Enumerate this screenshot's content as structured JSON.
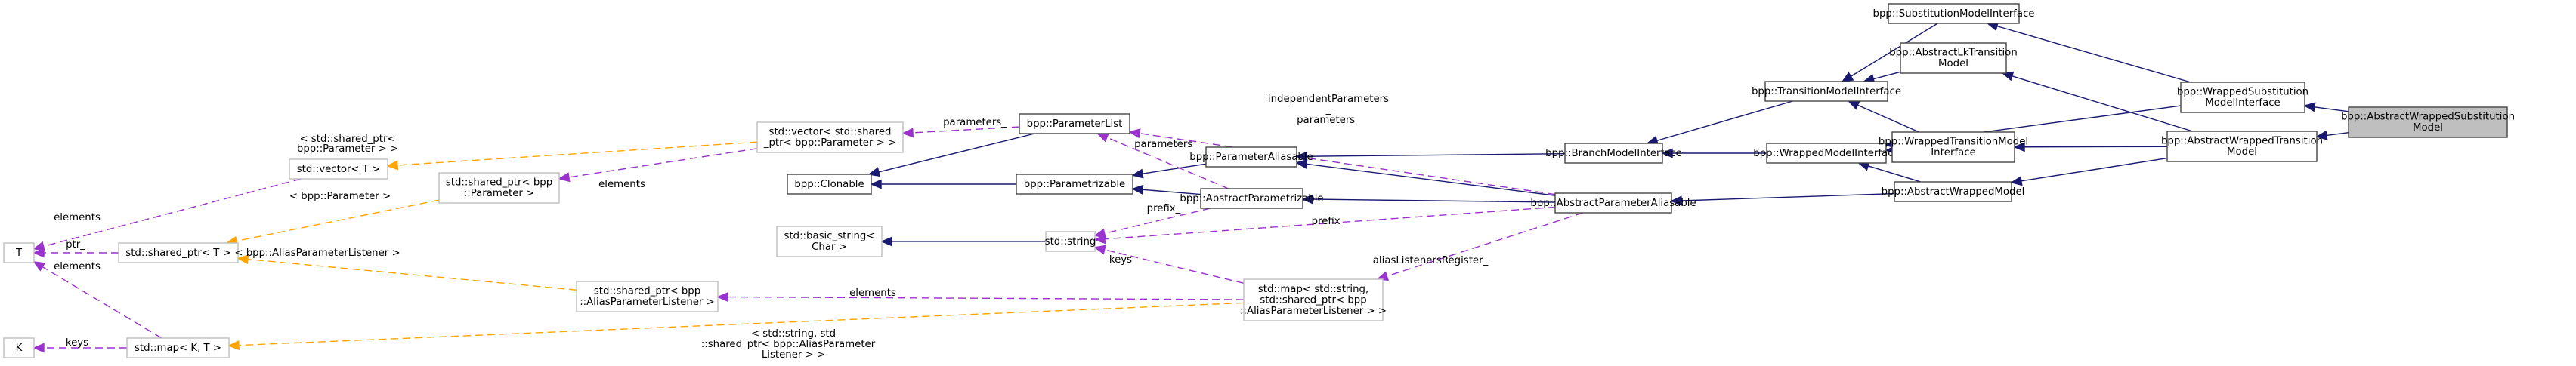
{
  "diagram": {
    "title": "Collaboration diagram for bpp::AbstractWrappedSubstitutionModel",
    "legend": {
      "inherit_color": "#191970",
      "usage_color": "#9a32cd",
      "template_color": "#ffa500",
      "focus_fill": "#bfbfbf"
    },
    "nodes": [
      {
        "id": "T",
        "lines": [
          "T"
        ],
        "style": "grey"
      },
      {
        "id": "K",
        "lines": [
          "K"
        ],
        "style": "grey"
      },
      {
        "id": "shared_ptr_T",
        "lines": [
          "std::shared_ptr< T >"
        ],
        "style": "grey"
      },
      {
        "id": "map_KT",
        "lines": [
          "std::map< K, T >"
        ],
        "style": "grey"
      },
      {
        "id": "vector_T",
        "lines": [
          "std::vector< T >"
        ],
        "style": "grey"
      },
      {
        "id": "shared_ptr_param",
        "lines": [
          "std::shared_ptr< bpp",
          "::Parameter >"
        ],
        "style": "grey"
      },
      {
        "id": "vector_shared_param",
        "lines": [
          "std::vector< std::shared",
          "_ptr< bpp::Parameter > >"
        ],
        "style": "grey"
      },
      {
        "id": "shared_ptr_alias",
        "lines": [
          "std::shared_ptr< bpp",
          "::AliasParameterListener >"
        ],
        "style": "grey"
      },
      {
        "id": "basic_string",
        "lines": [
          "std::basic_string<",
          "Char >"
        ],
        "style": "grey"
      },
      {
        "id": "string",
        "lines": [
          "std::string"
        ],
        "style": "grey"
      },
      {
        "id": "map_string_alias",
        "lines": [
          "std::map< std::string,",
          " std::shared_ptr< bpp",
          "::AliasParameterListener > >"
        ],
        "style": "grey"
      },
      {
        "id": "Clonable",
        "lines": [
          "bpp::Clonable"
        ],
        "style": "solid"
      },
      {
        "id": "ParameterList",
        "lines": [
          "bpp::ParameterList"
        ],
        "style": "solid"
      },
      {
        "id": "Parametrizable",
        "lines": [
          "bpp::Parametrizable"
        ],
        "style": "solid"
      },
      {
        "id": "ParameterAliasable",
        "lines": [
          "bpp::ParameterAliasable"
        ],
        "style": "solid"
      },
      {
        "id": "AbstractParametrizable",
        "lines": [
          "bpp::AbstractParametrizable"
        ],
        "style": "solid"
      },
      {
        "id": "AbstractParameterAliasable",
        "lines": [
          "bpp::AbstractParameterAliasable"
        ],
        "style": "solid"
      },
      {
        "id": "BranchModelInterface",
        "lines": [
          "bpp::BranchModelInterface"
        ],
        "style": "solid"
      },
      {
        "id": "TransitionModelInterface",
        "lines": [
          "bpp::TransitionModelInterface"
        ],
        "style": "solid"
      },
      {
        "id": "WrappedModelInterface",
        "lines": [
          "bpp::WrappedModelInterface"
        ],
        "style": "solid"
      },
      {
        "id": "SubstitutionModelInterface",
        "lines": [
          "bpp::SubstitutionModelInterface"
        ],
        "style": "solid"
      },
      {
        "id": "AbstractLkTransitionModel",
        "lines": [
          "bpp::AbstractLkTransition",
          "Model"
        ],
        "style": "solid"
      },
      {
        "id": "WrappedTransitionModelInterface",
        "lines": [
          "bpp::WrappedTransitionModel",
          "Interface"
        ],
        "style": "solid"
      },
      {
        "id": "AbstractWrappedModel",
        "lines": [
          "bpp::AbstractWrappedModel"
        ],
        "style": "solid"
      },
      {
        "id": "WrappedSubstitutionModelInterface",
        "lines": [
          "bpp::WrappedSubstitution",
          "ModelInterface"
        ],
        "style": "solid"
      },
      {
        "id": "AbstractWrappedTransitionModel",
        "lines": [
          "bpp::AbstractWrappedTransition",
          "Model"
        ],
        "style": "solid"
      },
      {
        "id": "AbstractWrappedSubstitutionModel",
        "lines": [
          "bpp::AbstractWrappedSubstitution",
          "Model"
        ],
        "style": "focus"
      }
    ],
    "edges": [
      {
        "from": "shared_ptr_T",
        "to": "T",
        "kind": "usage",
        "label": [
          "ptr_"
        ]
      },
      {
        "from": "map_KT",
        "to": "T",
        "kind": "usage",
        "label": [
          "elements"
        ]
      },
      {
        "from": "map_KT",
        "to": "K",
        "kind": "usage",
        "label": [
          "keys"
        ]
      },
      {
        "from": "vector_T",
        "to": "T",
        "kind": "usage",
        "label": [
          "elements"
        ]
      },
      {
        "from": "vector_shared_param",
        "to": "vector_T",
        "kind": "template",
        "label": [
          "< std::shared_ptr<",
          "bpp::Parameter > >"
        ]
      },
      {
        "from": "shared_ptr_param",
        "to": "shared_ptr_T",
        "kind": "template",
        "label": [
          "< bpp::Parameter >"
        ]
      },
      {
        "from": "shared_ptr_alias",
        "to": "shared_ptr_T",
        "kind": "template",
        "label": [
          "< bpp::AliasParameterListener >"
        ]
      },
      {
        "from": "map_string_alias",
        "to": "map_KT",
        "kind": "template",
        "label": [
          "< std::string, std",
          "::shared_ptr< bpp::AliasParameter",
          "Listener > >"
        ]
      },
      {
        "from": "vector_shared_param",
        "to": "shared_ptr_param",
        "kind": "usage",
        "label": [
          "elements"
        ]
      },
      {
        "from": "ParameterList",
        "to": "vector_shared_param",
        "kind": "usage",
        "label": [
          "parameters_"
        ]
      },
      {
        "from": "ParameterList",
        "to": "Clonable",
        "kind": "inherit",
        "label": []
      },
      {
        "from": "Parametrizable",
        "to": "Clonable",
        "kind": "inherit",
        "label": []
      },
      {
        "from": "string",
        "to": "basic_string",
        "kind": "inherit-grey",
        "label": []
      },
      {
        "from": "map_string_alias",
        "to": "shared_ptr_alias",
        "kind": "usage",
        "label": [
          "elements"
        ]
      },
      {
        "from": "map_string_alias",
        "to": "string",
        "kind": "usage",
        "label": [
          "keys"
        ]
      },
      {
        "from": "ParameterAliasable",
        "to": "Parametrizable",
        "kind": "inherit",
        "label": []
      },
      {
        "from": "AbstractParametrizable",
        "to": "Parametrizable",
        "kind": "inherit",
        "label": []
      },
      {
        "from": "AbstractParametrizable",
        "to": "ParameterList",
        "kind": "usage",
        "label": [
          "parameters_"
        ]
      },
      {
        "from": "AbstractParametrizable",
        "to": "string",
        "kind": "usage",
        "label": [
          "prefix_"
        ]
      },
      {
        "from": "AbstractParameterAliasable",
        "to": "ParameterAliasable",
        "kind": "inherit",
        "label": []
      },
      {
        "from": "AbstractParameterAliasable",
        "to": "AbstractParametrizable",
        "kind": "inherit",
        "label": []
      },
      {
        "from": "AbstractParameterAliasable",
        "to": "ParameterList",
        "kind": "usage",
        "label": [
          "independentParameters",
          "_",
          "parameters_"
        ]
      },
      {
        "from": "AbstractParameterAliasable",
        "to": "string",
        "kind": "usage",
        "label": [
          "prefix_"
        ]
      },
      {
        "from": "AbstractParameterAliasable",
        "to": "map_string_alias",
        "kind": "usage",
        "label": [
          "aliasListenersRegister_"
        ]
      },
      {
        "from": "BranchModelInterface",
        "to": "ParameterAliasable",
        "kind": "inherit",
        "label": []
      },
      {
        "from": "TransitionModelInterface",
        "to": "BranchModelInterface",
        "kind": "inherit",
        "label": []
      },
      {
        "from": "WrappedModelInterface",
        "to": "BranchModelInterface",
        "kind": "inherit",
        "label": []
      },
      {
        "from": "SubstitutionModelInterface",
        "to": "TransitionModelInterface",
        "kind": "inherit",
        "label": []
      },
      {
        "from": "AbstractLkTransitionModel",
        "to": "TransitionModelInterface",
        "kind": "inherit",
        "label": []
      },
      {
        "from": "WrappedTransitionModelInterface",
        "to": "TransitionModelInterface",
        "kind": "inherit",
        "label": []
      },
      {
        "from": "WrappedTransitionModelInterface",
        "to": "WrappedModelInterface",
        "kind": "inherit",
        "label": []
      },
      {
        "from": "AbstractWrappedModel",
        "to": "WrappedModelInterface",
        "kind": "inherit",
        "label": []
      },
      {
        "from": "AbstractWrappedModel",
        "to": "AbstractParameterAliasable",
        "kind": "inherit",
        "label": []
      },
      {
        "from": "WrappedSubstitutionModelInterface",
        "to": "SubstitutionModelInterface",
        "kind": "inherit",
        "label": []
      },
      {
        "from": "WrappedSubstitutionModelInterface",
        "to": "WrappedModelInterface",
        "kind": "inherit",
        "label": []
      },
      {
        "from": "AbstractWrappedTransitionModel",
        "to": "AbstractLkTransitionModel",
        "kind": "inherit",
        "label": []
      },
      {
        "from": "AbstractWrappedTransitionModel",
        "to": "WrappedTransitionModelInterface",
        "kind": "inherit",
        "label": []
      },
      {
        "from": "AbstractWrappedTransitionModel",
        "to": "AbstractWrappedModel",
        "kind": "inherit",
        "label": []
      },
      {
        "from": "AbstractWrappedSubstitutionModel",
        "to": "WrappedSubstitutionModelInterface",
        "kind": "inherit",
        "label": []
      },
      {
        "from": "AbstractWrappedSubstitutionModel",
        "to": "AbstractWrappedTransitionModel",
        "kind": "inherit",
        "label": []
      }
    ]
  }
}
